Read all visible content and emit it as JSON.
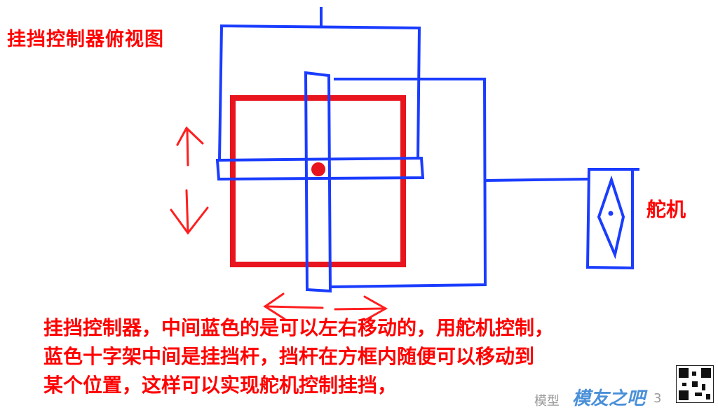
{
  "title": "挂挡控制器俯视图",
  "servo_label": "舵机",
  "description_lines": [
    "挂挡控制器，中间蓝色的是可以左右移动的，用舵机控制，",
    "蓝色十字架中间是挂挡杆，挡杆在方框内随便可以移动到",
    "某个位置，这样可以实现舵机控制挂挡，"
  ],
  "watermark": {
    "brand": "模友之吧",
    "prefix": "模型",
    "suffix": "3"
  },
  "colors": {
    "red": "#ff0000",
    "blue": "#1a3cff",
    "watermark_blue": "#4a90d9"
  },
  "icons": [
    "qr-code-icon",
    "watermark-logo"
  ]
}
